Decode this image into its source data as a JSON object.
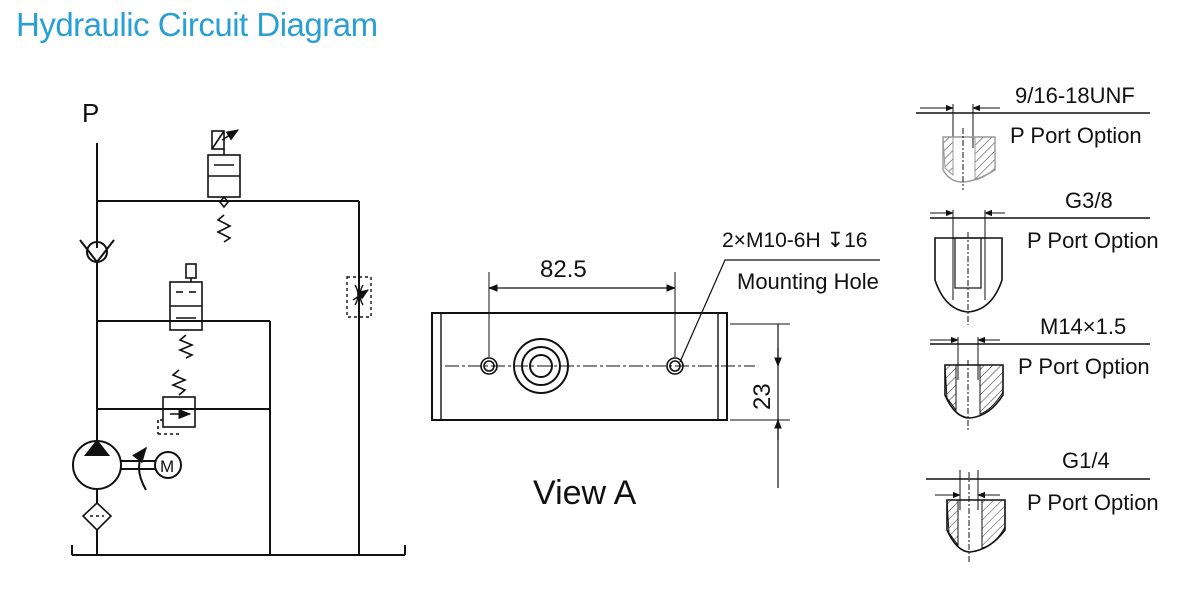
{
  "title": "Hydraulic Circuit Diagram",
  "circuit": {
    "port_label": "P",
    "motor_label": "M"
  },
  "view_a": {
    "caption": "View A",
    "width_dim": "82.5",
    "height_dim": "23",
    "hole_spec": "2×M10-6H ↧16",
    "hole_label": "Mounting Hole"
  },
  "port_options": [
    {
      "thread": "9/16-18UNF",
      "label": "P Port Option"
    },
    {
      "thread": "G3/8",
      "label": "P Port Option"
    },
    {
      "thread": "M14×1.5",
      "label": "P Port Option"
    },
    {
      "thread": "G1/4",
      "label": "P Port Option"
    }
  ],
  "colors": {
    "title": "#2a9fd6",
    "line": "#111111"
  }
}
